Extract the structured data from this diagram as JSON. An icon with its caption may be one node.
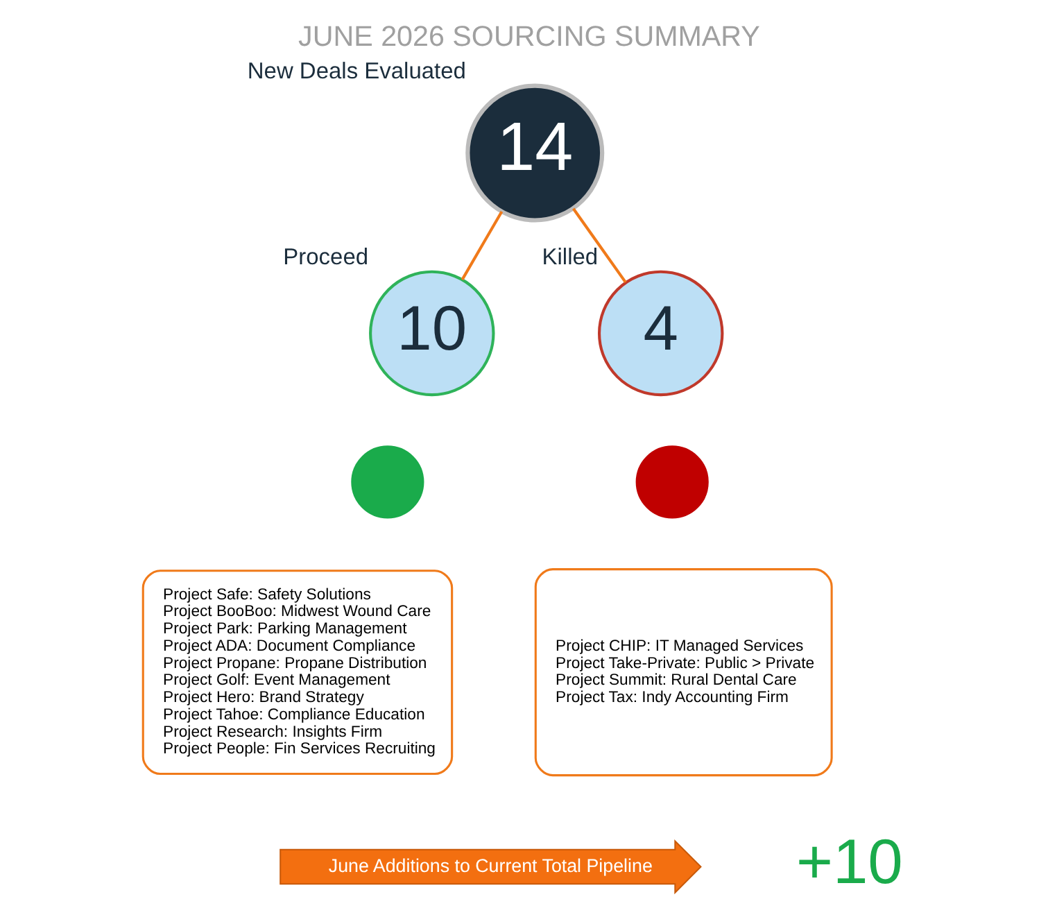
{
  "diagram": {
    "title": "JUNE 2026 SOURCING SUMMARY",
    "nodes": [
      {
        "text": [
          "14"
        ],
        "beside": [
          "New Deals Evaluated"
        ]
      },
      {
        "text": [
          "10"
        ],
        "beside": [
          "Proceed"
        ]
      },
      {
        "text": [
          "4"
        ],
        "beside": [
          "Killed"
        ]
      },
      {
        "text": [],
        "shape": "circle"
      },
      {
        "text": [
          "Project Safe: Safety Solutions",
          "Project BooBoo: Midwest Wound Care",
          "Project Park: Parking Management",
          "Project ADA: Document Compliance",
          "Project Propane: Propane Distribution",
          "Project Golf: Event Management",
          "Project Hero: Brand Strategy",
          "Project Tahoe: Compliance Education",
          "Project Research: Insights Firm",
          "Project People: Fin Services Recruiting"
        ]
      },
      {
        "text": [],
        "shape": "circle"
      },
      {
        "text": [
          "Project CHIP: IT Managed Services",
          "Project Take-Private: Public > Private",
          "Project Summit: Rural Dental Care",
          "Project Tax: Indy Accounting Firm"
        ]
      },
      {
        "text": [
          "June Additions to Current Total Pipeline"
        ]
      }
    ],
    "edges": [
      {
        "from": 0,
        "to": 1,
        "arrow": "none"
      },
      {
        "from": 0,
        "to": 2,
        "arrow": "none"
      }
    ],
    "labels": [
      "+10"
    ]
  }
}
